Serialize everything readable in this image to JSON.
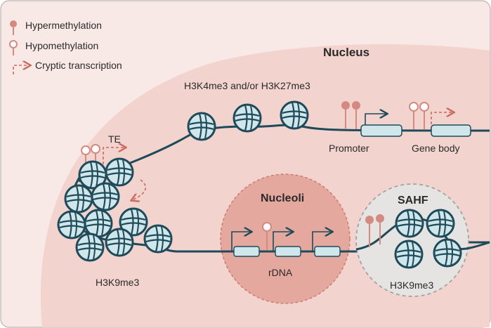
{
  "legend": {
    "hypermethylation": "Hypermethylation",
    "hypomethylation": "Hypomethylation",
    "cryptic_transcription": "Cryptic transcription"
  },
  "labels": {
    "nucleus": "Nucleus",
    "histone_active": "H3K4me3 and/or H3K27me3",
    "te": "TE",
    "promoter": "Promoter",
    "gene_body": "Gene body",
    "nucleoli": "Nucleoli",
    "rdna": "rDNA",
    "sahf": "SAHF",
    "h3k9me3_left": "H3K9me3",
    "h3k9me3_sahf": "H3K9me3"
  },
  "colors": {
    "frame": "#f9e9e6",
    "nucleus_fill": "#f3d3cd",
    "nucleus_title": "#d98a7e",
    "nucleoli_fill": "#e4a89e",
    "nucleoli_title": "#b8473a",
    "sahf_fill": "#e6e3e3",
    "sahf_title": "#d4998f",
    "dna_strand": "#1e4a5a",
    "nucleosome_fill": "#cfe6ea",
    "methyl_mark": "#d48a80",
    "cryptic_arrow": "#c86a5e"
  }
}
